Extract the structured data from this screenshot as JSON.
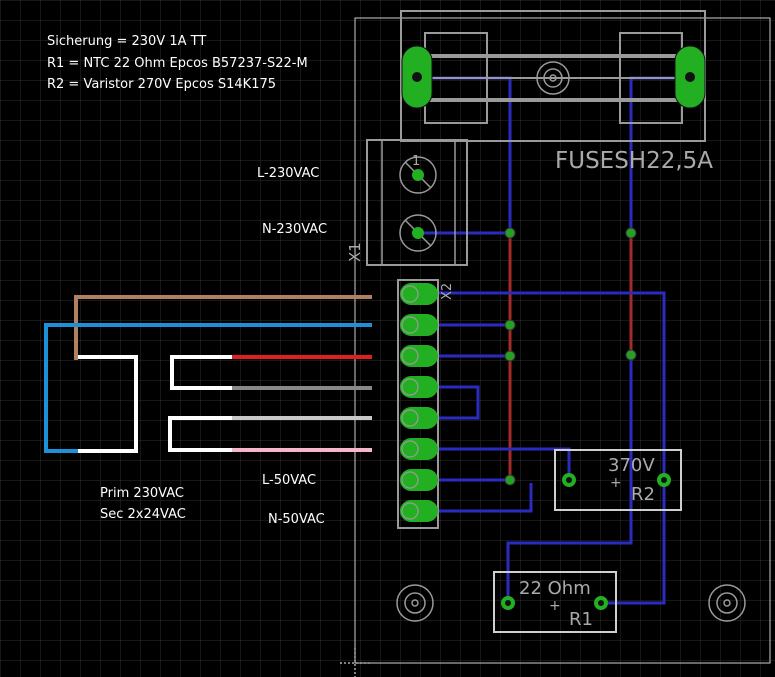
{
  "app": {
    "view": "PCB layout",
    "background_color": "#000000",
    "grid_color": "#2e2e2e",
    "outline_color": "#cfcfcf",
    "package_color": "#9a9a9a",
    "top_trace_color": "#2b2bbf",
    "bottom_trace_color": "#a52a2a",
    "pad_color": "#22b022",
    "via_color": "#25a025"
  },
  "notes": [
    "Sicherung = 230V 1A TT",
    "R1 = NTC 22 Ohm Epcos B57237-S22-M",
    "R2 = Varistor 270V Epcos S14K175"
  ],
  "labels": {
    "l_230": "L-230VAC",
    "n_230": "N-230VAC",
    "l_50": "L-50VAC",
    "n_50": "N-50VAC",
    "prim": "Prim 230VAC",
    "sec": "Sec 2x24VAC"
  },
  "parts": {
    "fuse": {
      "name": "FUSESH22,5A"
    },
    "x1": {
      "name": "X1",
      "pin1": "1"
    },
    "x2": {
      "name": "X2"
    },
    "r1": {
      "value": "22 Ohm",
      "name": "R1",
      "plus": "+"
    },
    "r2": {
      "value": "370V",
      "name": "R2",
      "plus": "+"
    }
  },
  "transformer_wires": [
    {
      "name": "brown",
      "color": "#b08060"
    },
    {
      "name": "blue",
      "color": "#1e90d8"
    },
    {
      "name": "red",
      "color": "#e02020"
    },
    {
      "name": "gray",
      "color": "#888888"
    },
    {
      "name": "light-gray",
      "color": "#c8c8c8"
    },
    {
      "name": "pink",
      "color": "#f4b6c8"
    },
    {
      "name": "white",
      "color": "#ffffff"
    }
  ]
}
